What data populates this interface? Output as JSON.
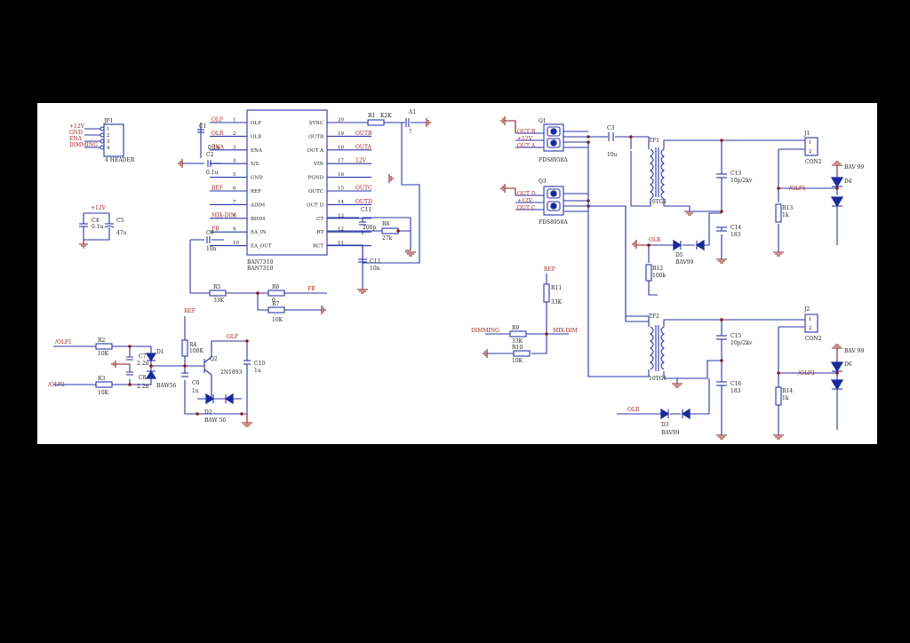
{
  "colors": {
    "background": "#000000",
    "sheet": "#ffffff",
    "wire": "#2a36a8",
    "net_label": "#9b1c1c",
    "junction": "#8b1a1a"
  },
  "header": {
    "ref": "JP1",
    "name": "4 HEADER",
    "pins": [
      {
        "num": "1",
        "net": "+12V"
      },
      {
        "num": "2",
        "net": "GND"
      },
      {
        "num": "3",
        "net": "ENA"
      },
      {
        "num": "4",
        "net": "DIMMING"
      }
    ]
  },
  "supply_caps": {
    "net": "+12V",
    "c4_ref": "C4",
    "c4_val": "0.1u",
    "c5_ref": "C5",
    "c5_val": "47u"
  },
  "ic": {
    "part": "BAN7310",
    "part2": "BAN7310",
    "left_pins": [
      {
        "num": "1",
        "name": "OLP",
        "net": "OLP"
      },
      {
        "num": "2",
        "name": "OLR",
        "net": "OLR"
      },
      {
        "num": "3",
        "name": "ENA",
        "net": "ENA"
      },
      {
        "num": "4",
        "name": "S/S",
        "net": ""
      },
      {
        "num": "5",
        "name": "GND",
        "net": ""
      },
      {
        "num": "6",
        "name": "REF",
        "net": "REF"
      },
      {
        "num": "7",
        "name": "ADIM",
        "net": ""
      },
      {
        "num": "8",
        "name": "BDIM",
        "net": "MIX-DIM"
      },
      {
        "num": "9",
        "name": "EA_IN",
        "net": "FB"
      },
      {
        "num": "10",
        "name": "EA_OUT",
        "net": ""
      }
    ],
    "right_pins": [
      {
        "num": "20",
        "name": "SYNC",
        "net": ""
      },
      {
        "num": "19",
        "name": "OUTB",
        "net": "OUTB"
      },
      {
        "num": "18",
        "name": "OUT A",
        "net": "OUTA"
      },
      {
        "num": "17",
        "name": "VIN",
        "net": "12V"
      },
      {
        "num": "16",
        "name": "PGND",
        "net": ""
      },
      {
        "num": "15",
        "name": "OUTC",
        "net": "OUTC"
      },
      {
        "num": "14",
        "name": "OUT D",
        "net": "OUTD"
      },
      {
        "num": "13",
        "name": "CT",
        "net": ""
      },
      {
        "num": "12",
        "name": "RT",
        "net": ""
      },
      {
        "num": "11",
        "name": "RCT",
        "net": ""
      }
    ],
    "c1": "C1",
    "c1_val": "0.1u",
    "c2": "C2",
    "c2_val": "0.1u",
    "c9": "C9",
    "c9_val": "10n",
    "r1": "R1",
    "r1_val": "K2K",
    "a1": "A1",
    "a1_val": "?",
    "c11": "C11",
    "c11_val": "200p",
    "r8": "R8",
    "r8_val": "27k",
    "c12": "C12",
    "c12_val": "10n",
    "r5": "R5",
    "r5_val": "33K",
    "r6": "R6",
    "r6_val": "0",
    "r7": "R7",
    "r7_val": "10K",
    "fb": "FB"
  },
  "olp_circuit": {
    "ref_net": "REF",
    "olp_net": "OLP",
    "in1": "/OLP1",
    "in2": "/OLP2",
    "r2": "R2",
    "r2_val": "10K",
    "r3": "R3",
    "r3_val": "10K",
    "c7": "C7",
    "c7_val": "2.2n",
    "c8": "C8",
    "c8_val": "2.2n",
    "d1": "D1",
    "d1_val": "BAW56",
    "r4": "R4",
    "r4_val": "100K",
    "q2": "Q2",
    "q2_val": "2N1893",
    "c6": "C6",
    "c6_val": "1u",
    "c10": "C10",
    "c10_val": "1u",
    "d2": "D2",
    "d2_val": "BAW 56"
  },
  "mosfets": [
    {
      "ref": "Q1",
      "part": "FDS8958A",
      "nets": [
        "OUT B",
        "+12V",
        "OUT A"
      ]
    },
    {
      "ref": "Q3",
      "part": "FDS8958A",
      "nets": [
        "OUT D",
        "+12V",
        "OUT C"
      ]
    }
  ],
  "c3": {
    "ref": "C3",
    "val": "10u"
  },
  "transformers": [
    {
      "ref": "TF1",
      "part": "10TG1"
    },
    {
      "ref": "TF2",
      "part": "10TG1"
    }
  ],
  "upper_output": {
    "c13": "C13",
    "c13_val": "10p/2kv",
    "c14": "C14",
    "c14_val": "183",
    "olr": "OLR",
    "d5": "D5",
    "d5_val": "BAV99",
    "r12": "R12",
    "r12_val": "100k",
    "j": "J1",
    "j_name": "CON2",
    "d": "D4",
    "d_val": "BAV 99",
    "r": "R13",
    "r_val": "1k",
    "olp": "/OLP1"
  },
  "lower_output": {
    "c15": "C15",
    "c15_val": "10p/2kv",
    "c16": "C16",
    "c16_val": "183",
    "olr": "OLR",
    "d3": "D3",
    "d3_val": "BAV99",
    "j": "J2",
    "j_name": "CON2",
    "d": "D6",
    "d_val": "BAV 99",
    "r": "R14",
    "r_val": "1k",
    "olp": "/OLP2"
  },
  "dimming": {
    "ref": "REF",
    "r11": "R11",
    "r11_val": "33K",
    "in": "DIMMING",
    "out": "MIX-DIM",
    "r9": "R9",
    "r9_val": "33K",
    "r10": "R10",
    "r10_val": "10K"
  }
}
